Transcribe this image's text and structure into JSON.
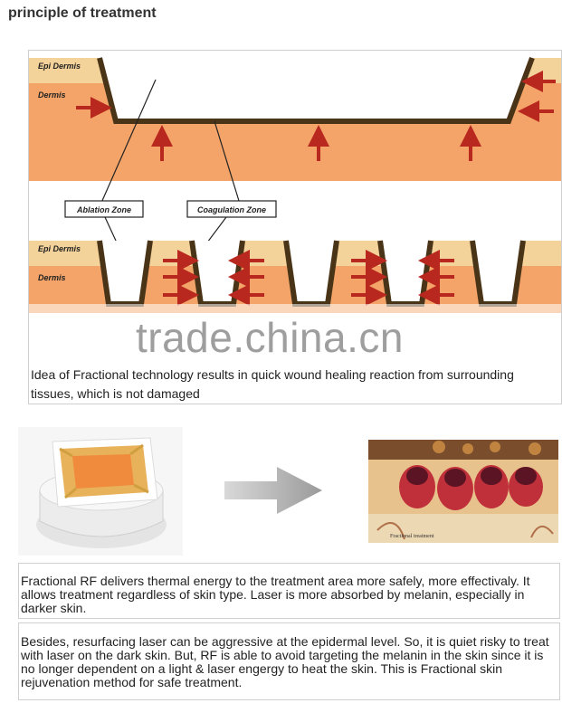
{
  "title": "principle of treatment",
  "diagram": {
    "label_epi_top": "Epi Dermis",
    "label_dermis_top": "Dermis",
    "label_ablation": "Ablation Zone",
    "label_coagulation": "Coagulation Zone",
    "label_epi_bottom": "Epi Dermis",
    "label_dermis_bottom": "Dermis",
    "watermark": "trade.china.cn",
    "caption": "Idea of Fractional technology results in quick wound healing reaction from surrounding tissues, which is not damaged"
  },
  "skin_image_label": "Fractional treatment",
  "text_1": "Fractional RF delivers thermal energy to the treatment area more safely, more effectivaly. It allows treatment regardless of skin type. Laser is more absorbed by melanin, especially in darker skin.",
  "text_2": "Besides, resurfacing laser can be aggressive at the epidermal level. So, it is quiet risky to treat with laser on the dark skin. But, RF is able to avoid targeting the melanin in the skin since it is no longer dependent on a light & laser engergy to heat the skin. This is Fractional skin rejuvenation method for safe treatment.",
  "colors": {
    "epidermis": "#f4d39a",
    "dermis": "#f4a468",
    "wall": "#4a3418",
    "arrow": "#b8281e"
  }
}
